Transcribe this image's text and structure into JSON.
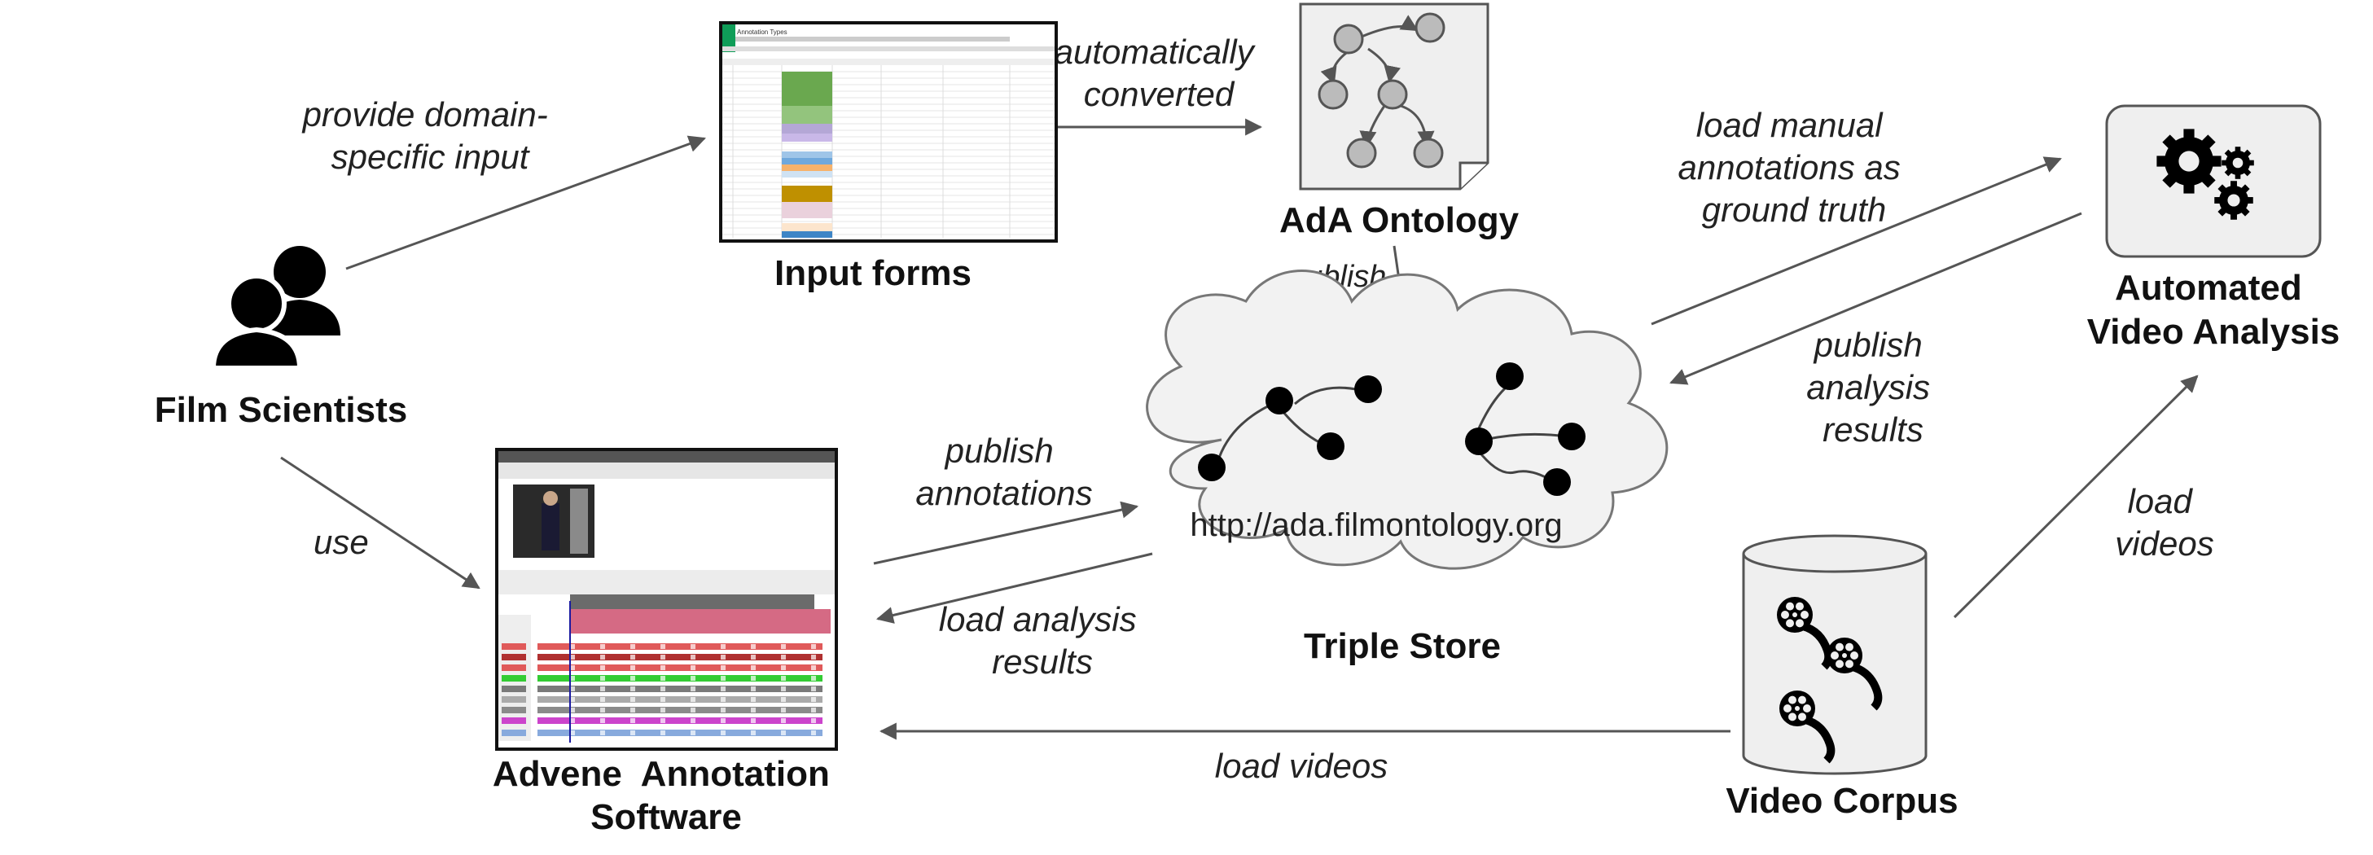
{
  "nodes": {
    "film_scientists": "Film Scientists",
    "input_forms": "Input forms",
    "ada_ontology": "AdA Ontology",
    "triple_store": "Triple Store",
    "triple_store_url": "http://ada.filmontology.org",
    "automated_video_analysis": [
      "Automated",
      "Video Analysis"
    ],
    "advene": [
      "Advene  Annotation",
      "Software"
    ],
    "video_corpus": "Video Corpus"
  },
  "edges": {
    "provide_input": [
      "provide domain-",
      "specific input"
    ],
    "auto_converted": [
      "automatically",
      "converted"
    ],
    "publish": "publish",
    "load_manual": [
      "load manual",
      "annotations as",
      "ground truth"
    ],
    "publish_analysis": [
      "publish",
      "analysis",
      "results"
    ],
    "use": "use",
    "publish_annotations": [
      "publish",
      "annotations"
    ],
    "load_analysis": [
      "load analysis",
      "results"
    ],
    "load_videos_right": [
      "load",
      "videos"
    ],
    "load_videos_bottom": "load videos"
  },
  "screenshots": {
    "input_forms_title": "Annotation Types"
  },
  "colors": {
    "arrow": "#555555",
    "cloud_fill": "#f2f2f2",
    "node_dot": "#000000",
    "box_fill": "#efefef"
  }
}
